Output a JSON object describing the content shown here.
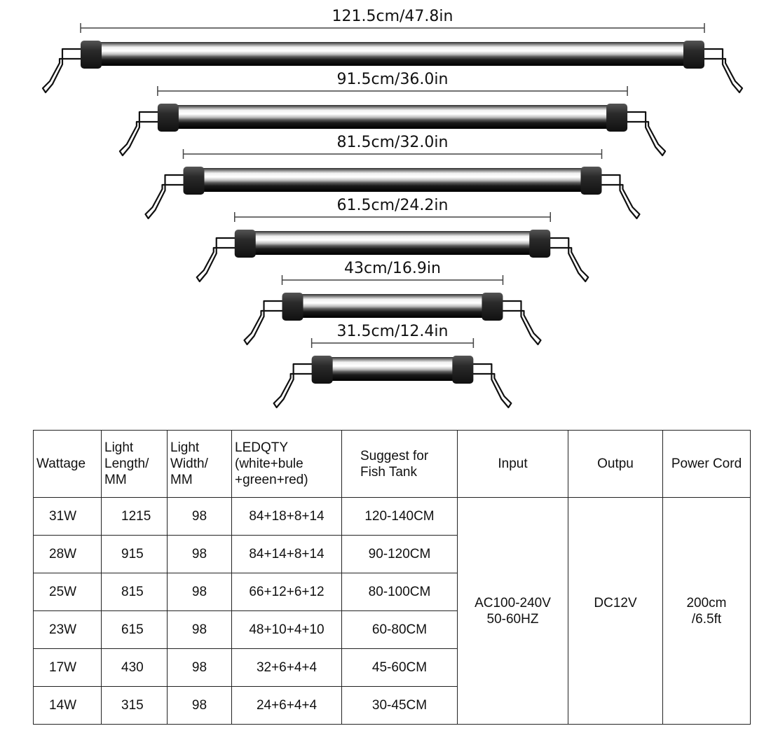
{
  "lights": [
    {
      "label": "121.5cm/47.8in",
      "length_mm": 1215
    },
    {
      "label": "91.5cm/36.0in",
      "length_mm": 915
    },
    {
      "label": "81.5cm/32.0in",
      "length_mm": 815
    },
    {
      "label": "61.5cm/24.2in",
      "length_mm": 615
    },
    {
      "label": "43cm/16.9in",
      "length_mm": 430
    },
    {
      "label": "31.5cm/12.4in",
      "length_mm": 315
    }
  ],
  "table": {
    "headers": {
      "wattage": "Wattage",
      "length": [
        "Light",
        "Length/",
        "MM"
      ],
      "width": [
        "Light",
        "Width/",
        "MM"
      ],
      "led": [
        "LEDQTY",
        "(white+bule",
        "+green+red)"
      ],
      "tank": [
        "Suggest for",
        "Fish Tank"
      ],
      "input": "Input",
      "output": "Outpu",
      "cord": "Power Cord"
    },
    "rows": [
      {
        "wattage": "31W",
        "length": "1215",
        "width": "98",
        "led": "84+18+8+14",
        "tank": "120-140CM"
      },
      {
        "wattage": "28W",
        "length": "915",
        "width": "98",
        "led": "84+14+8+14",
        "tank": "90-120CM"
      },
      {
        "wattage": "25W",
        "length": "815",
        "width": "98",
        "led": "66+12+6+12",
        "tank": "80-100CM"
      },
      {
        "wattage": "23W",
        "length": "615",
        "width": "98",
        "led": "48+10+4+10",
        "tank": "60-80CM"
      },
      {
        "wattage": "17W",
        "length": "430",
        "width": "98",
        "led": "32+6+4+4",
        "tank": "45-60CM"
      },
      {
        "wattage": "14W",
        "length": "315",
        "width": "98",
        "led": "24+6+4+4",
        "tank": "30-45CM"
      }
    ],
    "input": [
      "AC100-240V",
      "50-60HZ"
    ],
    "output": "DC12V",
    "cord": [
      "200cm",
      "/6.5ft"
    ]
  }
}
